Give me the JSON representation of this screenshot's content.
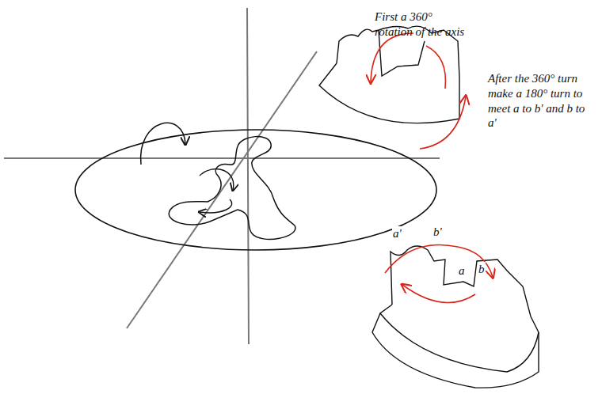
{
  "diagram": {
    "labels": [
      "First a 360° rotation of the axis",
      "After the 360° turn make a 180° turn to meet a to b' and b to a'",
      "a'",
      "b'",
      "a",
      "b"
    ]
  }
}
